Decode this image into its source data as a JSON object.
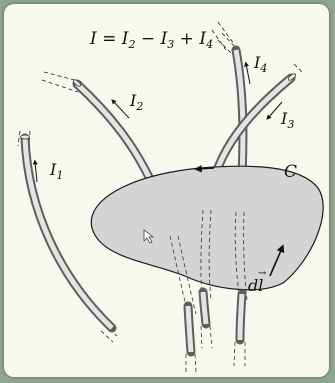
{
  "formula": {
    "I": "I",
    "eq": " = ",
    "t1": "I",
    "t1_sub": "2",
    "op1": " − ",
    "t2": "I",
    "t2_sub": "3",
    "op2": " + ",
    "t3": "I",
    "t3_sub": "4"
  },
  "labels": {
    "I1": "I",
    "I1_sub": "1",
    "I2": "I",
    "I2_sub": "2",
    "I3": "I",
    "I3_sub": "3",
    "I4": "I",
    "I4_sub": "4",
    "C": "C",
    "dl": "dl",
    "dl_arrow": "→"
  },
  "colors": {
    "background": "#8fa58f",
    "panel": "#f7f9ee",
    "surface": "#d6d6d6",
    "wire_dark": "#6e6e6e",
    "wire_light": "#e2e2e2"
  }
}
